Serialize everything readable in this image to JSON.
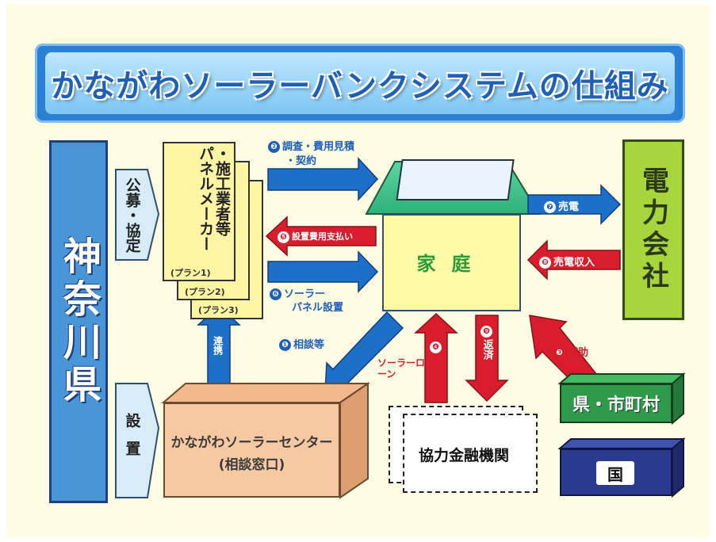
{
  "title": "かながわソーラーバンクシステムの仕組み",
  "nodes": {
    "prefecture": "神奈川県",
    "koubo": "公募・協定",
    "setchi": "設置",
    "maker": "・施工業者等\nパネルメーカー",
    "plan1": "(プラン1)",
    "plan2": "(プラン2)",
    "plan3": "(プラン3)",
    "renkei": "連携",
    "center_line1": "かながわソーラーセンター",
    "center_line2": "(相談窓口)",
    "household": "家庭",
    "power_company": "電力会社",
    "finance": "協力金融機関",
    "local_gov": "県・市町村",
    "national": "国"
  },
  "flows": {
    "f1": {
      "num": "❶",
      "label": "相談等"
    },
    "f2": {
      "num": "❷",
      "label1": "調査・費用見積",
      "label2": "・契約"
    },
    "f3": {
      "num": "❸",
      "label": "補助"
    },
    "f4": {
      "num": "❹",
      "label": "ソーラーローン"
    },
    "f5": {
      "num": "❺",
      "label": "設置費用支払い"
    },
    "f6": {
      "num": "❻",
      "label1": "ソーラー",
      "label2": "パネル設置"
    },
    "f7": {
      "num": "❼",
      "label": "売電"
    },
    "f8": {
      "num": "❽",
      "label": "売電収入"
    },
    "f9": {
      "num": "❾",
      "label": "返済"
    }
  },
  "colors": {
    "blue_arrow": "#1e6fc8",
    "red_arrow": "#d81e2c",
    "title_text": "#1e5fb8"
  }
}
